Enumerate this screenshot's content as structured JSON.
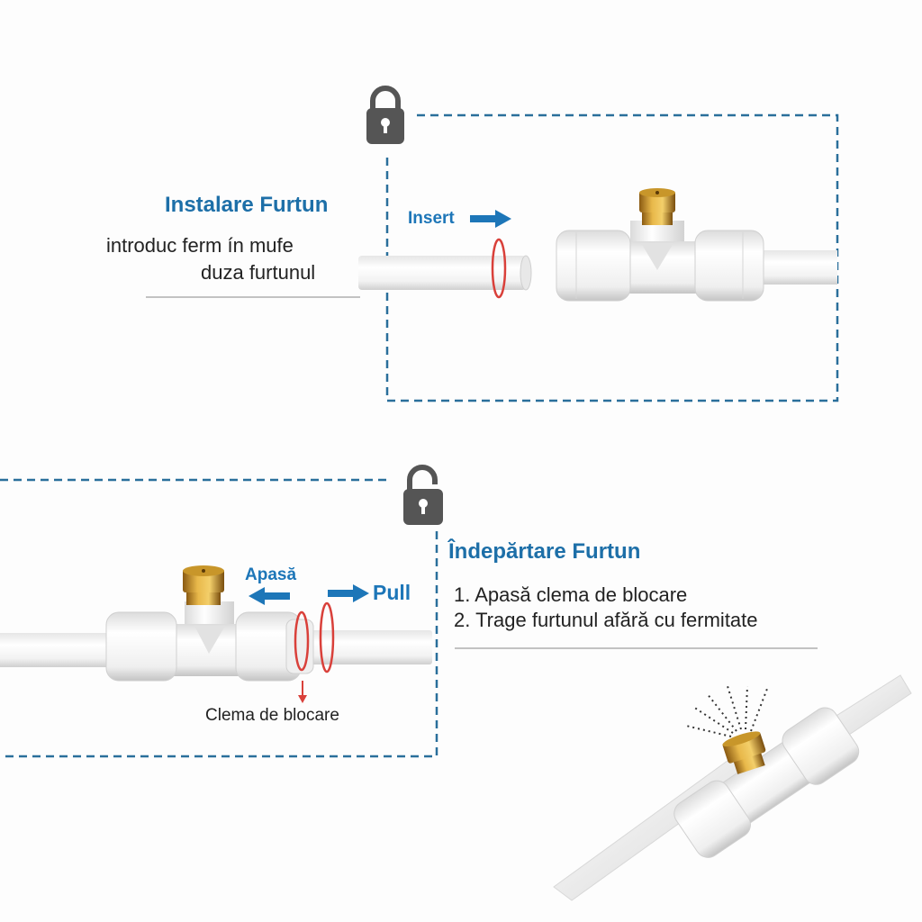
{
  "colors": {
    "title": "#1d6fa8",
    "accent": "#1d76b8",
    "dash": "#2a6f9b",
    "ring": "#d9403a",
    "lock": "#555555",
    "brass": "#c8962a"
  },
  "install": {
    "title": "Instalare Furtun",
    "line1": "introduc ferm ín mufe",
    "line2": "duza furtunul",
    "arrow_label": "Insert",
    "lock_icon": "lock-closed-icon"
  },
  "remove": {
    "title": "Îndepărtare Furtun",
    "step1": "1. Apasă clema de blocare",
    "step2": "2. Trage furtunul afără cu fermitate",
    "press_label": "Apasă",
    "pull_label": "Pull",
    "clip_label": "Clema de blocare",
    "lock_icon": "lock-open-icon"
  }
}
